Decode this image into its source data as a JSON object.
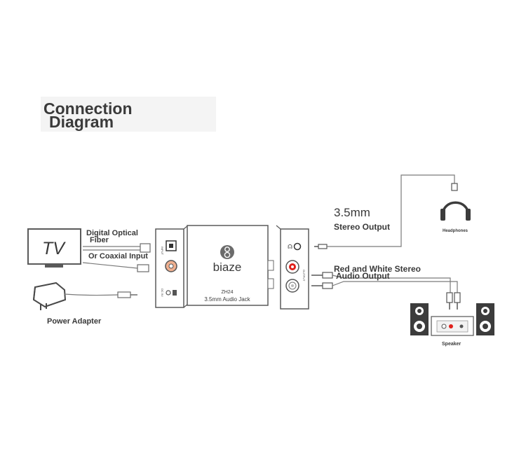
{
  "title": {
    "line1": "Connection",
    "line2": "Diagram"
  },
  "labels": {
    "tv": "TV",
    "digital_optical_line1": "Digital Optical",
    "digital_optical_line2": "Fiber",
    "coaxial_input": "Or Coaxial Input",
    "power_adapter": "Power Adapter",
    "size_35mm": "3.5mm",
    "stereo_output": "Stereo Output",
    "headphones": "Headphones",
    "red_white_line1": "Red and White Stereo",
    "red_white_line2": "Audio Output",
    "speaker": "Speaker"
  },
  "device": {
    "brand": "biaze",
    "model": "ZH24",
    "subtitle": "3.5mm Audio Jack",
    "port_labels": {
      "input": "INPUT",
      "power": "DC 5V",
      "output": "OUTPUT"
    }
  },
  "colors": {
    "line": "#7a7a7a",
    "device_stroke": "#5a5a5a",
    "rca_red": "#e0201b",
    "rca_orange": "#f0b090",
    "title_bg": "#f4f4f4",
    "speaker_dark": "#3c3c3c"
  },
  "icons": [
    "tv-icon",
    "power-adapter-icon",
    "headphones-icon",
    "speaker-icon",
    "brand-logo-icon"
  ]
}
